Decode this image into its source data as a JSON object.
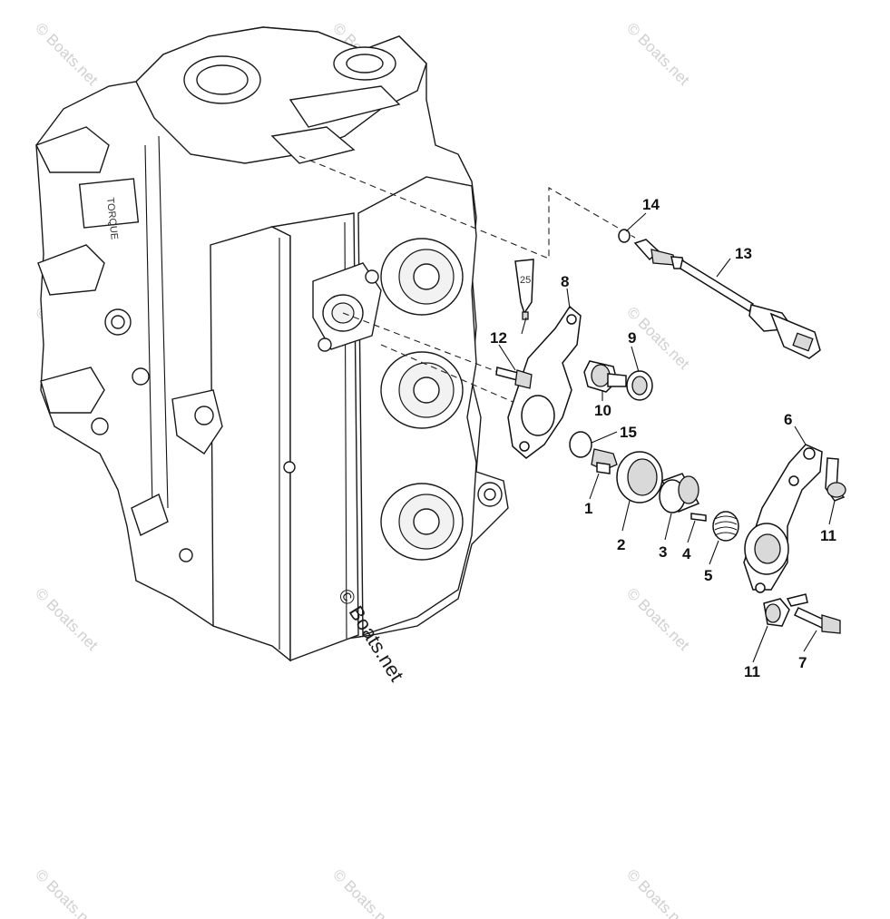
{
  "diagram": {
    "watermark_text": "© Boats.net",
    "callouts": [
      {
        "id": "c1",
        "label": "1"
      },
      {
        "id": "c2",
        "label": "2"
      },
      {
        "id": "c3",
        "label": "3"
      },
      {
        "id": "c4",
        "label": "4"
      },
      {
        "id": "c5",
        "label": "5"
      },
      {
        "id": "c6",
        "label": "6"
      },
      {
        "id": "c7",
        "label": "7"
      },
      {
        "id": "c8",
        "label": "8"
      },
      {
        "id": "c9",
        "label": "9"
      },
      {
        "id": "c10",
        "label": "10"
      },
      {
        "id": "c11a",
        "label": "11"
      },
      {
        "id": "c11b",
        "label": "11"
      },
      {
        "id": "c12",
        "label": "12"
      },
      {
        "id": "c13",
        "label": "13"
      },
      {
        "id": "c14",
        "label": "14"
      },
      {
        "id": "c15",
        "label": "15"
      }
    ],
    "sealant_tube_label": "25",
    "engine_block_text": [
      "TORQUE"
    ]
  }
}
